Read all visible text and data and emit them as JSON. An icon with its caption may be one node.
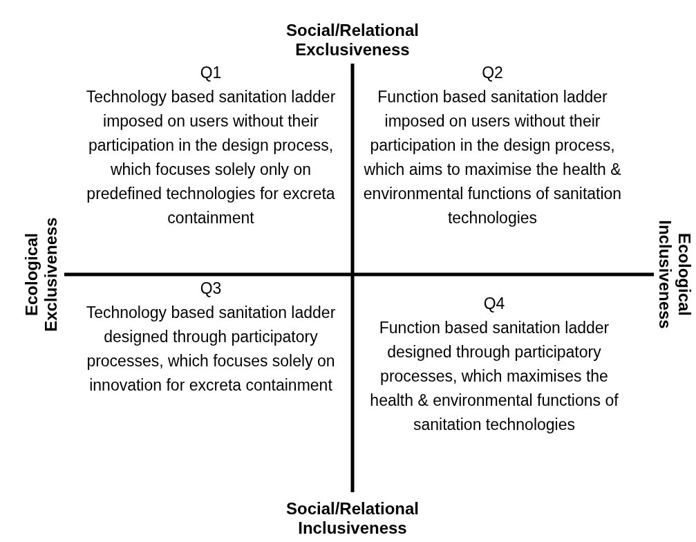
{
  "diagram": {
    "labels": [
      "Social/Relational Exclusiveness",
      "Q1",
      "Technology based sanitation ladder imposed on users without their participation in the design process, which focuses solely only on predefined technologies for excreta containment",
      "Q2",
      "Function based sanitation ladder imposed on users without their participation in the design process, which aims to maximise the health & environmental functions of sanitation technologies",
      "Ecological Exclusiveness",
      "Ecological Inclusiveness",
      "Q3",
      "Technology based sanitation ladder designed through participatory processes, which focuses solely on innovation for excreta containment",
      "Q4",
      "Function based sanitation ladder designed through participatory processes, which maximises the health & environmental functions of sanitation technologies",
      "Social/Relational Inclusiveness"
    ]
  }
}
